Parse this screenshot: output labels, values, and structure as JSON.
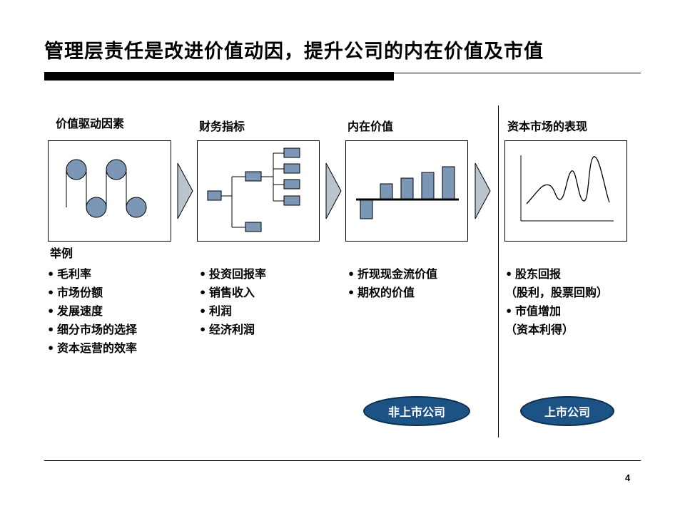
{
  "title": "管理层责任是改进价值动因，提升公司的内在价值及市值",
  "columns": {
    "drivers": {
      "heading": "价值驱动因素"
    },
    "financial": {
      "heading": "财务指标"
    },
    "intrinsic": {
      "heading": "内在价值"
    },
    "market": {
      "heading": "资本市场的表现"
    }
  },
  "examples_label": "举例",
  "lists": {
    "drivers": [
      "毛利率",
      "市场份额",
      "发展速度",
      "细分市场的选择",
      "资本运营的效率"
    ],
    "financial": [
      "投资回报率",
      "销售收入",
      "利润",
      "经济利润"
    ],
    "intrinsic": [
      "折现现金流价值",
      "期权的价值"
    ],
    "market_line1": "股东回报",
    "market_line2": "（股利，股票回购）",
    "market_line3": "市值增加",
    "market_line4": "（资本利得）"
  },
  "bullet": "•",
  "bubbles": {
    "unlisted": "非上市公司",
    "listed": "上市公司"
  },
  "page_number": "4",
  "colors": {
    "bubble_fill": "#1c5284",
    "panel_fill": "#7c97b5",
    "arrow_fill": "#b9c4cf"
  },
  "icons": [
    "gear-chain-icon",
    "tree-diagram-icon",
    "bar-chart-icon",
    "line-chart-icon",
    "chevron-right-icon"
  ]
}
